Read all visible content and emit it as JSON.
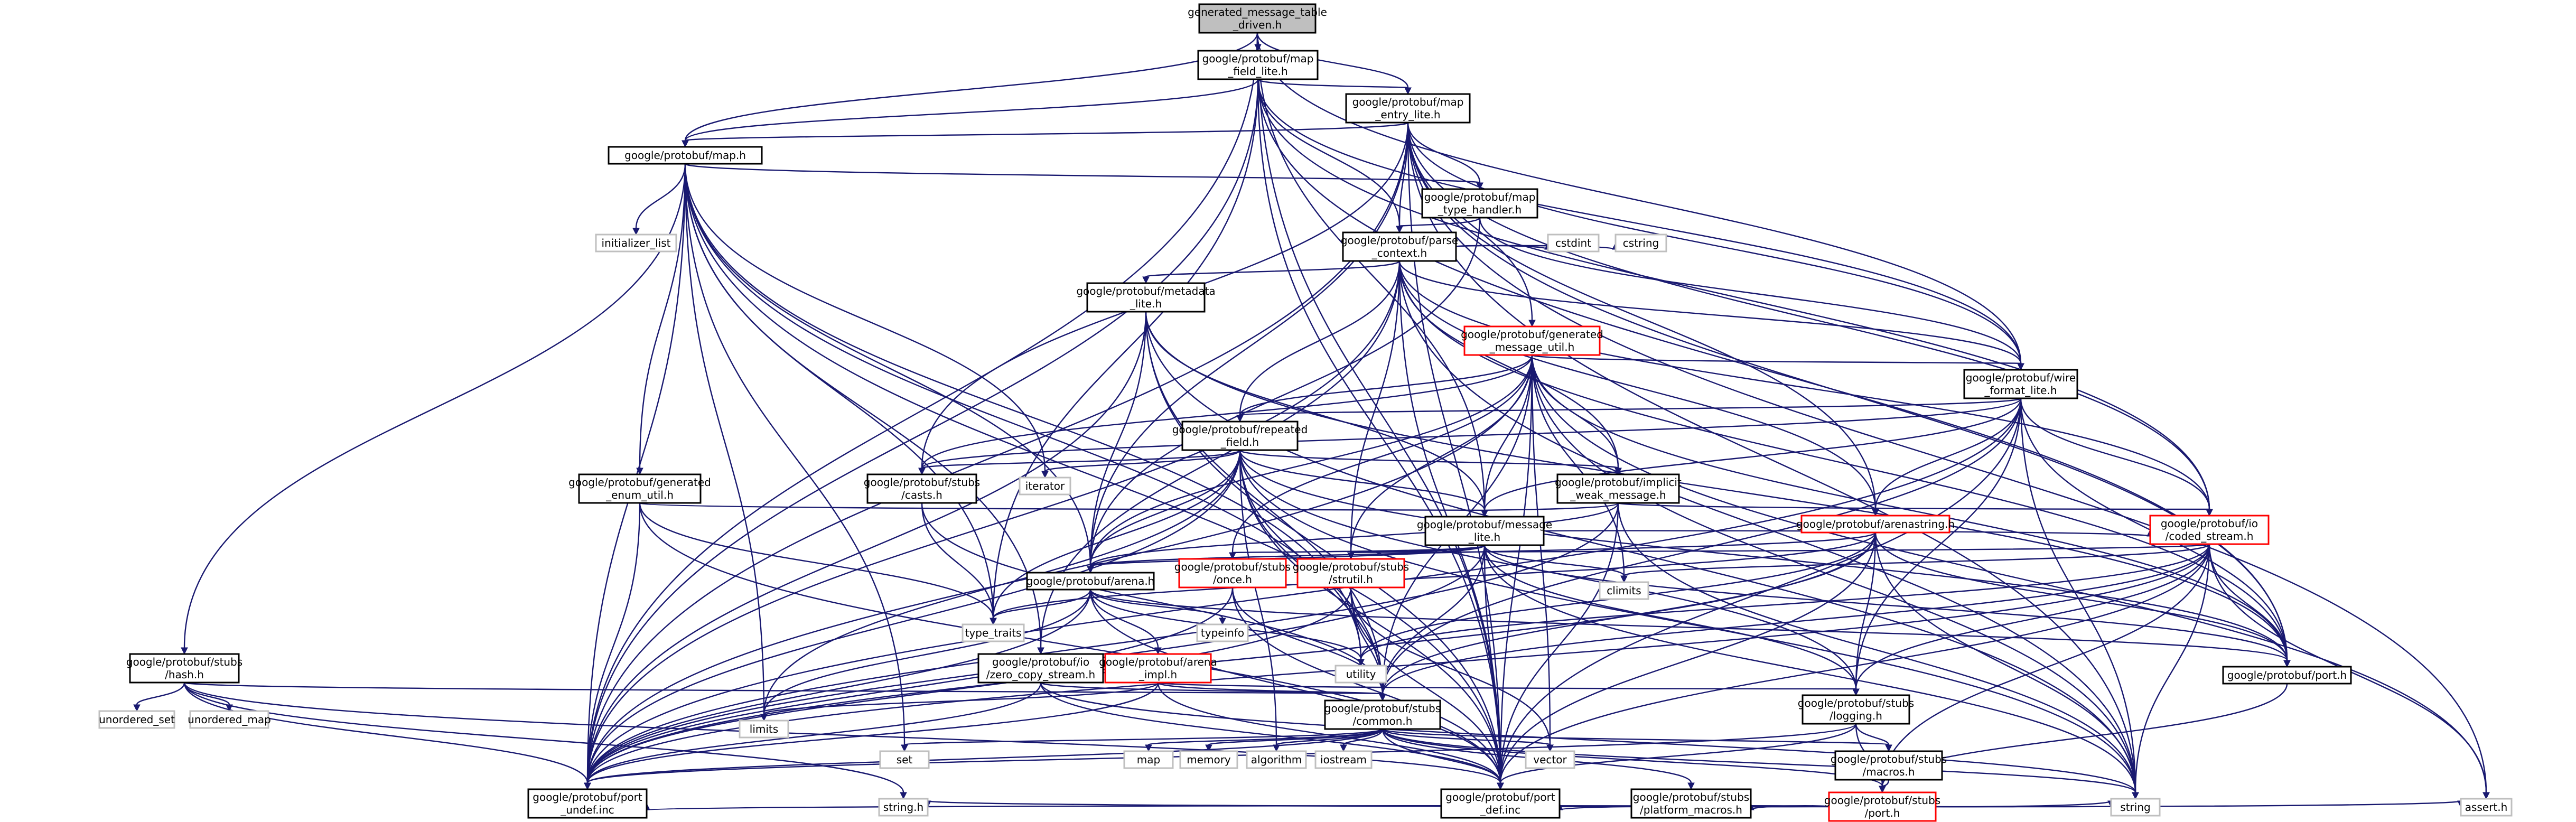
{
  "colors": {
    "edge": "#191970",
    "root_fill": "#bfbfbf",
    "node_border": "#000000",
    "incomplete_border": "#ff0000",
    "system_border": "#bfbfbf"
  },
  "nodes": [
    {
      "id": "root",
      "kind": "root",
      "lines": [
        "generated_message_table",
        "_driven.h"
      ]
    },
    {
      "id": "map_field_lite",
      "kind": "doc",
      "lines": [
        "google/protobuf/map",
        "_field_lite.h"
      ]
    },
    {
      "id": "map_entry_lite",
      "kind": "doc",
      "lines": [
        "google/protobuf/map",
        "_entry_lite.h"
      ]
    },
    {
      "id": "map_h",
      "kind": "doc",
      "lines": [
        "google/protobuf/map.h"
      ]
    },
    {
      "id": "map_type_handler",
      "kind": "doc",
      "lines": [
        "google/protobuf/map",
        "_type_handler.h"
      ]
    },
    {
      "id": "parse_context",
      "kind": "doc",
      "lines": [
        "google/protobuf/parse",
        "_context.h"
      ]
    },
    {
      "id": "initializer_list",
      "kind": "sys",
      "lines": [
        "initializer_list"
      ]
    },
    {
      "id": "cstdint",
      "kind": "sys",
      "lines": [
        "cstdint"
      ]
    },
    {
      "id": "cstring",
      "kind": "sys",
      "lines": [
        "cstring"
      ]
    },
    {
      "id": "metadata_lite",
      "kind": "doc",
      "lines": [
        "google/protobuf/metadata",
        "_lite.h"
      ]
    },
    {
      "id": "generated_message_util",
      "kind": "red",
      "lines": [
        "google/protobuf/generated",
        "_message_util.h"
      ]
    },
    {
      "id": "wire_format_lite",
      "kind": "doc",
      "lines": [
        "google/protobuf/wire",
        "_format_lite.h"
      ]
    },
    {
      "id": "repeated_field",
      "kind": "doc",
      "lines": [
        "google/protobuf/repeated",
        "_field.h"
      ]
    },
    {
      "id": "generated_enum_util",
      "kind": "doc",
      "lines": [
        "google/protobuf/generated",
        "_enum_util.h"
      ]
    },
    {
      "id": "stubs_casts",
      "kind": "doc",
      "lines": [
        "google/protobuf/stubs",
        "/casts.h"
      ]
    },
    {
      "id": "iterator",
      "kind": "sys",
      "lines": [
        "iterator"
      ]
    },
    {
      "id": "implicit_weak_message",
      "kind": "doc",
      "lines": [
        "google/protobuf/implicit",
        "_weak_message.h"
      ]
    },
    {
      "id": "message_lite",
      "kind": "doc",
      "lines": [
        "google/protobuf/message",
        "_lite.h"
      ]
    },
    {
      "id": "arenastring",
      "kind": "red",
      "lines": [
        "google/protobuf/arenastring.h"
      ]
    },
    {
      "id": "coded_stream",
      "kind": "red",
      "lines": [
        "google/protobuf/io",
        "/coded_stream.h"
      ]
    },
    {
      "id": "stubs_once",
      "kind": "red",
      "lines": [
        "google/protobuf/stubs",
        "/once.h"
      ]
    },
    {
      "id": "stubs_strutil",
      "kind": "red",
      "lines": [
        "google/protobuf/stubs",
        "/strutil.h"
      ]
    },
    {
      "id": "arena_h",
      "kind": "doc",
      "lines": [
        "google/protobuf/arena.h"
      ]
    },
    {
      "id": "climits",
      "kind": "sys",
      "lines": [
        "climits"
      ]
    },
    {
      "id": "stubs_hash",
      "kind": "doc",
      "lines": [
        "google/protobuf/stubs",
        "/hash.h"
      ]
    },
    {
      "id": "zero_copy_stream",
      "kind": "doc",
      "lines": [
        "google/protobuf/io",
        "/zero_copy_stream.h"
      ]
    },
    {
      "id": "arena_impl",
      "kind": "red",
      "lines": [
        "google/protobuf/arena",
        "_impl.h"
      ]
    },
    {
      "id": "type_traits",
      "kind": "sys",
      "lines": [
        "type_traits"
      ]
    },
    {
      "id": "typeinfo",
      "kind": "sys",
      "lines": [
        "typeinfo"
      ]
    },
    {
      "id": "utility",
      "kind": "sys",
      "lines": [
        "utility"
      ]
    },
    {
      "id": "port_h",
      "kind": "doc",
      "lines": [
        "google/protobuf/port.h"
      ]
    },
    {
      "id": "unordered_set",
      "kind": "sys",
      "lines": [
        "unordered_set"
      ]
    },
    {
      "id": "unordered_map",
      "kind": "sys",
      "lines": [
        "unordered_map"
      ]
    },
    {
      "id": "limits",
      "kind": "sys",
      "lines": [
        "limits"
      ]
    },
    {
      "id": "stubs_common",
      "kind": "doc",
      "lines": [
        "google/protobuf/stubs",
        "/common.h"
      ]
    },
    {
      "id": "stubs_logging",
      "kind": "doc",
      "lines": [
        "google/protobuf/stubs",
        "/logging.h"
      ]
    },
    {
      "id": "set",
      "kind": "sys",
      "lines": [
        "set"
      ]
    },
    {
      "id": "map",
      "kind": "sys",
      "lines": [
        "map"
      ]
    },
    {
      "id": "memory",
      "kind": "sys",
      "lines": [
        "memory"
      ]
    },
    {
      "id": "algorithm",
      "kind": "sys",
      "lines": [
        "algorithm"
      ]
    },
    {
      "id": "iostream",
      "kind": "sys",
      "lines": [
        "iostream"
      ]
    },
    {
      "id": "vector",
      "kind": "sys",
      "lines": [
        "vector"
      ]
    },
    {
      "id": "stubs_macros",
      "kind": "doc",
      "lines": [
        "google/protobuf/stubs",
        "/macros.h"
      ]
    },
    {
      "id": "stubs_port",
      "kind": "red",
      "lines": [
        "google/protobuf/stubs",
        "/port.h"
      ]
    },
    {
      "id": "port_undef",
      "kind": "doc",
      "lines": [
        "google/protobuf/port",
        "_undef.inc"
      ]
    },
    {
      "id": "string_h",
      "kind": "sys",
      "lines": [
        "string.h"
      ]
    },
    {
      "id": "port_def",
      "kind": "doc",
      "lines": [
        "google/protobuf/port",
        "_def.inc"
      ]
    },
    {
      "id": "platform_macros",
      "kind": "doc",
      "lines": [
        "google/protobuf/stubs",
        "/platform_macros.h"
      ]
    },
    {
      "id": "string",
      "kind": "sys",
      "lines": [
        "string"
      ]
    },
    {
      "id": "assert_h",
      "kind": "sys",
      "lines": [
        "assert.h"
      ]
    }
  ],
  "edges": [
    [
      "root",
      "map_field_lite"
    ],
    [
      "root",
      "map_entry_lite"
    ],
    [
      "root",
      "map_h"
    ],
    [
      "root",
      "message_lite"
    ],
    [
      "root",
      "wire_format_lite"
    ],
    [
      "root",
      "port_def"
    ],
    [
      "root",
      "port_undef"
    ],
    [
      "map_field_lite",
      "map_entry_lite"
    ],
    [
      "map_field_lite",
      "map_h"
    ],
    [
      "map_field_lite",
      "parse_context"
    ],
    [
      "map_field_lite",
      "wire_format_lite"
    ],
    [
      "map_field_lite",
      "port_h"
    ],
    [
      "map_field_lite",
      "coded_stream"
    ],
    [
      "map_field_lite",
      "type_traits"
    ],
    [
      "map_field_lite",
      "port_def"
    ],
    [
      "map_field_lite",
      "port_undef"
    ],
    [
      "map_entry_lite",
      "map_h"
    ],
    [
      "map_entry_lite",
      "map_type_handler"
    ],
    [
      "map_entry_lite",
      "parse_context"
    ],
    [
      "map_entry_lite",
      "generated_message_util"
    ],
    [
      "map_entry_lite",
      "wire_format_lite"
    ],
    [
      "map_entry_lite",
      "arena_h"
    ],
    [
      "map_entry_lite",
      "arenastring"
    ],
    [
      "map_entry_lite",
      "stubs_casts"
    ],
    [
      "map_entry_lite",
      "coded_stream"
    ],
    [
      "map_entry_lite",
      "port_h"
    ],
    [
      "map_entry_lite",
      "string"
    ],
    [
      "map_entry_lite",
      "assert_h"
    ],
    [
      "map_entry_lite",
      "port_def"
    ],
    [
      "map_entry_lite",
      "port_undef"
    ],
    [
      "map_h",
      "initializer_list"
    ],
    [
      "map_h",
      "iterator"
    ],
    [
      "map_h",
      "limits"
    ],
    [
      "map_h",
      "set"
    ],
    [
      "map_h",
      "type_traits"
    ],
    [
      "map_h",
      "utility"
    ],
    [
      "map_h",
      "stubs_common"
    ],
    [
      "map_h",
      "arena_h"
    ],
    [
      "map_h",
      "generated_enum_util"
    ],
    [
      "map_h",
      "map_type_handler"
    ],
    [
      "map_h",
      "stubs_hash"
    ],
    [
      "map_h",
      "port_def"
    ],
    [
      "map_h",
      "port_undef"
    ],
    [
      "map_h",
      "zero_copy_stream"
    ],
    [
      "map_type_handler",
      "parse_context"
    ],
    [
      "map_type_handler",
      "wire_format_lite"
    ],
    [
      "map_type_handler",
      "arena_h"
    ],
    [
      "parse_context",
      "cstdint"
    ],
    [
      "parse_context",
      "cstring"
    ],
    [
      "parse_context",
      "string"
    ],
    [
      "parse_context",
      "metadata_lite"
    ],
    [
      "parse_context",
      "coded_stream"
    ],
    [
      "parse_context",
      "zero_copy_stream"
    ],
    [
      "parse_context",
      "arenastring"
    ],
    [
      "parse_context",
      "implicit_weak_message"
    ],
    [
      "parse_context",
      "port_h"
    ],
    [
      "parse_context",
      "repeated_field"
    ],
    [
      "parse_context",
      "wire_format_lite"
    ],
    [
      "parse_context",
      "stubs_strutil"
    ],
    [
      "parse_context",
      "port_def"
    ],
    [
      "parse_context",
      "port_undef"
    ],
    [
      "metadata_lite",
      "string"
    ],
    [
      "metadata_lite",
      "stubs_common"
    ],
    [
      "metadata_lite",
      "arena_h"
    ],
    [
      "metadata_lite",
      "message_lite"
    ],
    [
      "metadata_lite",
      "port_h"
    ],
    [
      "metadata_lite",
      "port_def"
    ],
    [
      "metadata_lite",
      "port_undef"
    ],
    [
      "generated_message_util",
      "assert_h"
    ],
    [
      "generated_message_util",
      "climits"
    ],
    [
      "generated_message_util",
      "string"
    ],
    [
      "generated_message_util",
      "vector"
    ],
    [
      "generated_message_util",
      "stubs_common"
    ],
    [
      "generated_message_util",
      "stubs_once"
    ],
    [
      "generated_message_util",
      "stubs_strutil"
    ],
    [
      "generated_message_util",
      "stubs_casts"
    ],
    [
      "generated_message_util",
      "any_port"
    ],
    [
      "generated_message_util",
      "arena_h"
    ],
    [
      "generated_message_util",
      "implicit_weak_message"
    ],
    [
      "generated_message_util",
      "message_lite"
    ],
    [
      "generated_message_util",
      "port_h"
    ],
    [
      "generated_message_util",
      "repeated_field"
    ],
    [
      "generated_message_util",
      "wire_format_lite"
    ],
    [
      "generated_message_util",
      "port_def"
    ],
    [
      "generated_message_util",
      "port_undef"
    ],
    [
      "wire_format_lite",
      "string"
    ],
    [
      "wire_format_lite",
      "stubs_common"
    ],
    [
      "wire_format_lite",
      "stubs_logging"
    ],
    [
      "wire_format_lite",
      "coded_stream"
    ],
    [
      "wire_format_lite",
      "arenastring"
    ],
    [
      "wire_format_lite",
      "message_lite"
    ],
    [
      "wire_format_lite",
      "port_h"
    ],
    [
      "wire_format_lite",
      "repeated_field"
    ],
    [
      "wire_format_lite",
      "stubs_casts"
    ],
    [
      "wire_format_lite",
      "port_def"
    ],
    [
      "wire_format_lite",
      "port_undef"
    ],
    [
      "repeated_field",
      "utility"
    ],
    [
      "repeated_field",
      "algorithm"
    ],
    [
      "repeated_field",
      "iterator"
    ],
    [
      "repeated_field",
      "limits"
    ],
    [
      "repeated_field",
      "string"
    ],
    [
      "repeated_field",
      "type_traits"
    ],
    [
      "repeated_field",
      "stubs_logging"
    ],
    [
      "repeated_field",
      "stubs_common"
    ],
    [
      "repeated_field",
      "arena_h"
    ],
    [
      "repeated_field",
      "implicit_weak_message"
    ],
    [
      "repeated_field",
      "message_lite"
    ],
    [
      "repeated_field",
      "port_h"
    ],
    [
      "repeated_field",
      "stubs_casts"
    ],
    [
      "repeated_field",
      "port_def"
    ],
    [
      "repeated_field",
      "port_undef"
    ],
    [
      "generated_enum_util",
      "type_traits"
    ],
    [
      "generated_enum_util",
      "message_lite"
    ],
    [
      "generated_enum_util",
      "port_def"
    ],
    [
      "generated_enum_util",
      "port_undef"
    ],
    [
      "stubs_casts",
      "stubs_common"
    ],
    [
      "stubs_casts",
      "type_traits"
    ],
    [
      "implicit_weak_message",
      "string"
    ],
    [
      "implicit_weak_message",
      "coded_stream"
    ],
    [
      "implicit_weak_message",
      "arena_h"
    ],
    [
      "implicit_weak_message",
      "message_lite"
    ],
    [
      "implicit_weak_message",
      "port_def"
    ],
    [
      "implicit_weak_message",
      "port_undef"
    ],
    [
      "message_lite",
      "climits"
    ],
    [
      "message_lite",
      "string"
    ],
    [
      "message_lite",
      "stubs_common"
    ],
    [
      "message_lite",
      "stubs_logging"
    ],
    [
      "message_lite",
      "coded_stream"
    ],
    [
      "message_lite",
      "arena_h"
    ],
    [
      "message_lite",
      "stubs_once"
    ],
    [
      "message_lite",
      "port_h"
    ],
    [
      "message_lite",
      "stubs_strutil"
    ],
    [
      "message_lite",
      "port_def"
    ],
    [
      "message_lite",
      "port_undef"
    ],
    [
      "arenastring",
      "string"
    ],
    [
      "arenastring",
      "type_traits"
    ],
    [
      "arenastring",
      "utility"
    ],
    [
      "arenastring",
      "stubs_logging"
    ],
    [
      "arenastring",
      "stubs_common"
    ],
    [
      "arenastring",
      "arena_h"
    ],
    [
      "arenastring",
      "port_h"
    ],
    [
      "arenastring",
      "port_def"
    ],
    [
      "arenastring",
      "port_undef"
    ],
    [
      "coded_stream",
      "assert_h"
    ],
    [
      "coded_stream",
      "climits"
    ],
    [
      "coded_stream",
      "string"
    ],
    [
      "coded_stream",
      "utility"
    ],
    [
      "coded_stream",
      "stubs_common"
    ],
    [
      "coded_stream",
      "stubs_logging"
    ],
    [
      "coded_stream",
      "stubs_strutil"
    ],
    [
      "coded_stream",
      "port_h"
    ],
    [
      "coded_stream",
      "stubs_port"
    ],
    [
      "coded_stream",
      "port_def"
    ],
    [
      "coded_stream",
      "port_undef"
    ],
    [
      "stubs_once",
      "stubs_common"
    ],
    [
      "stubs_once",
      "port_def"
    ],
    [
      "stubs_once",
      "port_undef"
    ],
    [
      "stubs_strutil",
      "stubs_common"
    ],
    [
      "stubs_strutil",
      "port_def"
    ],
    [
      "stubs_strutil",
      "port_undef"
    ],
    [
      "stubs_strutil",
      "vector"
    ],
    [
      "arena_h",
      "limits"
    ],
    [
      "arena_h",
      "type_traits"
    ],
    [
      "arena_h",
      "utility"
    ],
    [
      "arena_h",
      "typeinfo"
    ],
    [
      "arena_h",
      "arena_impl"
    ],
    [
      "arena_h",
      "port_h"
    ],
    [
      "arena_h",
      "port_def"
    ],
    [
      "arena_h",
      "port_undef"
    ],
    [
      "stubs_hash",
      "unordered_set"
    ],
    [
      "stubs_hash",
      "unordered_map"
    ],
    [
      "stubs_hash",
      "string_h"
    ],
    [
      "stubs_hash",
      "stubs_common"
    ],
    [
      "stubs_hash",
      "port_def"
    ],
    [
      "stubs_hash",
      "port_undef"
    ],
    [
      "zero_copy_stream",
      "string"
    ],
    [
      "zero_copy_stream",
      "stubs_common"
    ],
    [
      "zero_copy_stream",
      "port_def"
    ],
    [
      "zero_copy_stream",
      "port_undef"
    ],
    [
      "arena_impl",
      "limits"
    ],
    [
      "arena_impl",
      "stubs_common"
    ],
    [
      "arena_impl",
      "stubs_logging"
    ],
    [
      "arena_impl",
      "port_def"
    ],
    [
      "arena_impl",
      "port_undef"
    ],
    [
      "port_h",
      "stubs_port"
    ],
    [
      "stubs_common",
      "algorithm"
    ],
    [
      "stubs_common",
      "iostream"
    ],
    [
      "stubs_common",
      "map"
    ],
    [
      "stubs_common",
      "memory"
    ],
    [
      "stubs_common",
      "set"
    ],
    [
      "stubs_common",
      "string"
    ],
    [
      "stubs_common",
      "vector"
    ],
    [
      "stubs_common",
      "stubs_macros"
    ],
    [
      "stubs_common",
      "platform_macros"
    ],
    [
      "stubs_common",
      "stubs_port"
    ],
    [
      "stubs_common",
      "port_def"
    ],
    [
      "stubs_common",
      "port_undef"
    ],
    [
      "stubs_logging",
      "stubs_macros"
    ],
    [
      "stubs_logging",
      "stubs_port"
    ],
    [
      "stubs_logging",
      "port_def"
    ],
    [
      "stubs_logging",
      "port_undef"
    ],
    [
      "stubs_macros",
      "stubs_port"
    ],
    [
      "stubs_port",
      "assert_h"
    ],
    [
      "stubs_port",
      "string"
    ],
    [
      "stubs_port",
      "string_h"
    ],
    [
      "stubs_port",
      "platform_macros"
    ],
    [
      "stubs_port",
      "port_def"
    ],
    [
      "stubs_port",
      "port_undef"
    ]
  ]
}
